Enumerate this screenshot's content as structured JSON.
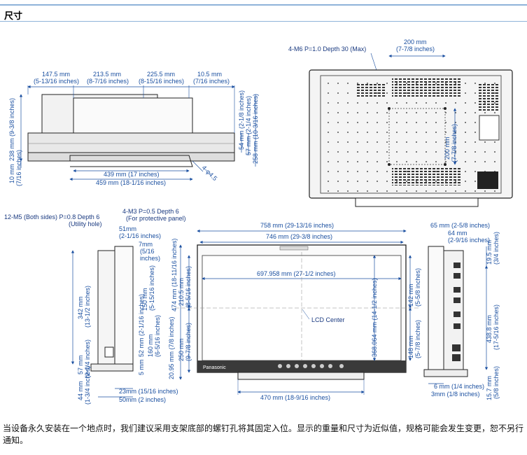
{
  "header": {
    "title": "尺寸"
  },
  "top_side": {
    "w1": "147.5 mm",
    "w1b": "(5-13/16 inches)",
    "w2": "213.5 mm",
    "w2b": "(8-7/16 inches)",
    "w3": "225.5 mm",
    "w3b": "(8-15/16 inches)",
    "w4": "10.5 mm",
    "w4b": "(7/16 inches)",
    "h_total": "238 mm (9-3/8 inches)",
    "h_54": "54 mm (2-1/8 inches)",
    "h_57": "57 mm (2-1/4 inches)",
    "h_258": "258 mm (10-3/16 inches)",
    "h_10": "10 mm",
    "h_10b": "(7/16 inches)",
    "b_439": "439 mm (17 inches)",
    "b_459": "459 mm (18-1/16 inches)",
    "angle": "4-φ4.5"
  },
  "rear": {
    "screw": "4-M6 P=1.0 Depth 30 (Max)",
    "w200": "200 mm",
    "w200b": "(7-7/8 inches)",
    "h200": "200 mm",
    "h200b": "(7-7/8 inches)"
  },
  "left_side": {
    "m5": "12-M5 (Both sides) P=0.8 Depth 6",
    "m5b": "(Utility hole)",
    "d51": "51mm",
    "d51b": "(2-1/16 inches)",
    "d7": "7mm",
    "d7b": "(5/16",
    "d7c": "inches)",
    "h342": "342 mm",
    "h342b": "(13-1/2 inches)",
    "h150": "150 mm",
    "h150b": "(5-15/16 inches)",
    "h57": "57 mm",
    "h57b": "(2-1/4 inches)",
    "h160": "160 mm",
    "h160b": "(6-5/16 inches)",
    "h52": "52 mm (2-1/16 inches)",
    "h5": "5 mm",
    "h44": "44 mm",
    "h44b": "(1-3/4 inches)",
    "d23": "23mm (15/16 inches)",
    "d50": "50mm (2 inches)"
  },
  "front": {
    "m3": "4-M3 P=0.5 Depth 6",
    "m3b": "(For protective panel)",
    "w758": "758 mm (29-13/16 inches)",
    "w746": "746 mm (29-3/8 inches)",
    "w697": "697.958 mm (27-1/2 inches)",
    "h474": "474 mm (18-11/16 inches)",
    "h210": "210.5 mm",
    "h210b": "(8-5/16 inches)",
    "h250": "250 mm",
    "h250b": "(9-7/8 inches)",
    "h20": "20.95 mm (7/8 inches)",
    "h368": "368.064 mm (14-1/2 inches)",
    "h142": "142 mm",
    "h142b": "(5-5/8 inches)",
    "h148": "148 mm",
    "h148b": "(5-7/8 inches)",
    "center": "LCD Center",
    "w470": "470 mm (18-9/16 inches)",
    "brand": "Panasonic"
  },
  "right_side": {
    "d65": "65 mm (2-5/8 inches)",
    "d64": "64 mm",
    "d64b": "(2-9/16 inches)",
    "h19": "19.5 mm",
    "h19b": "(3/4 inches)",
    "h438": "438.8 mm",
    "h438b": "(17-5/16 inches)",
    "d6": "6 mm (1/4 inches)",
    "d3": "3mm (1/8 inches)",
    "h15": "15.7 mm",
    "h15b": "(5/8 inches)"
  },
  "footer": {
    "note": "当设备永久安装在一个地点时，我们建议采用支架底部的螺钉孔将其固定入位。显示的重量和尺寸为近似值，规格可能会发生变更，恕不另行通知。"
  }
}
